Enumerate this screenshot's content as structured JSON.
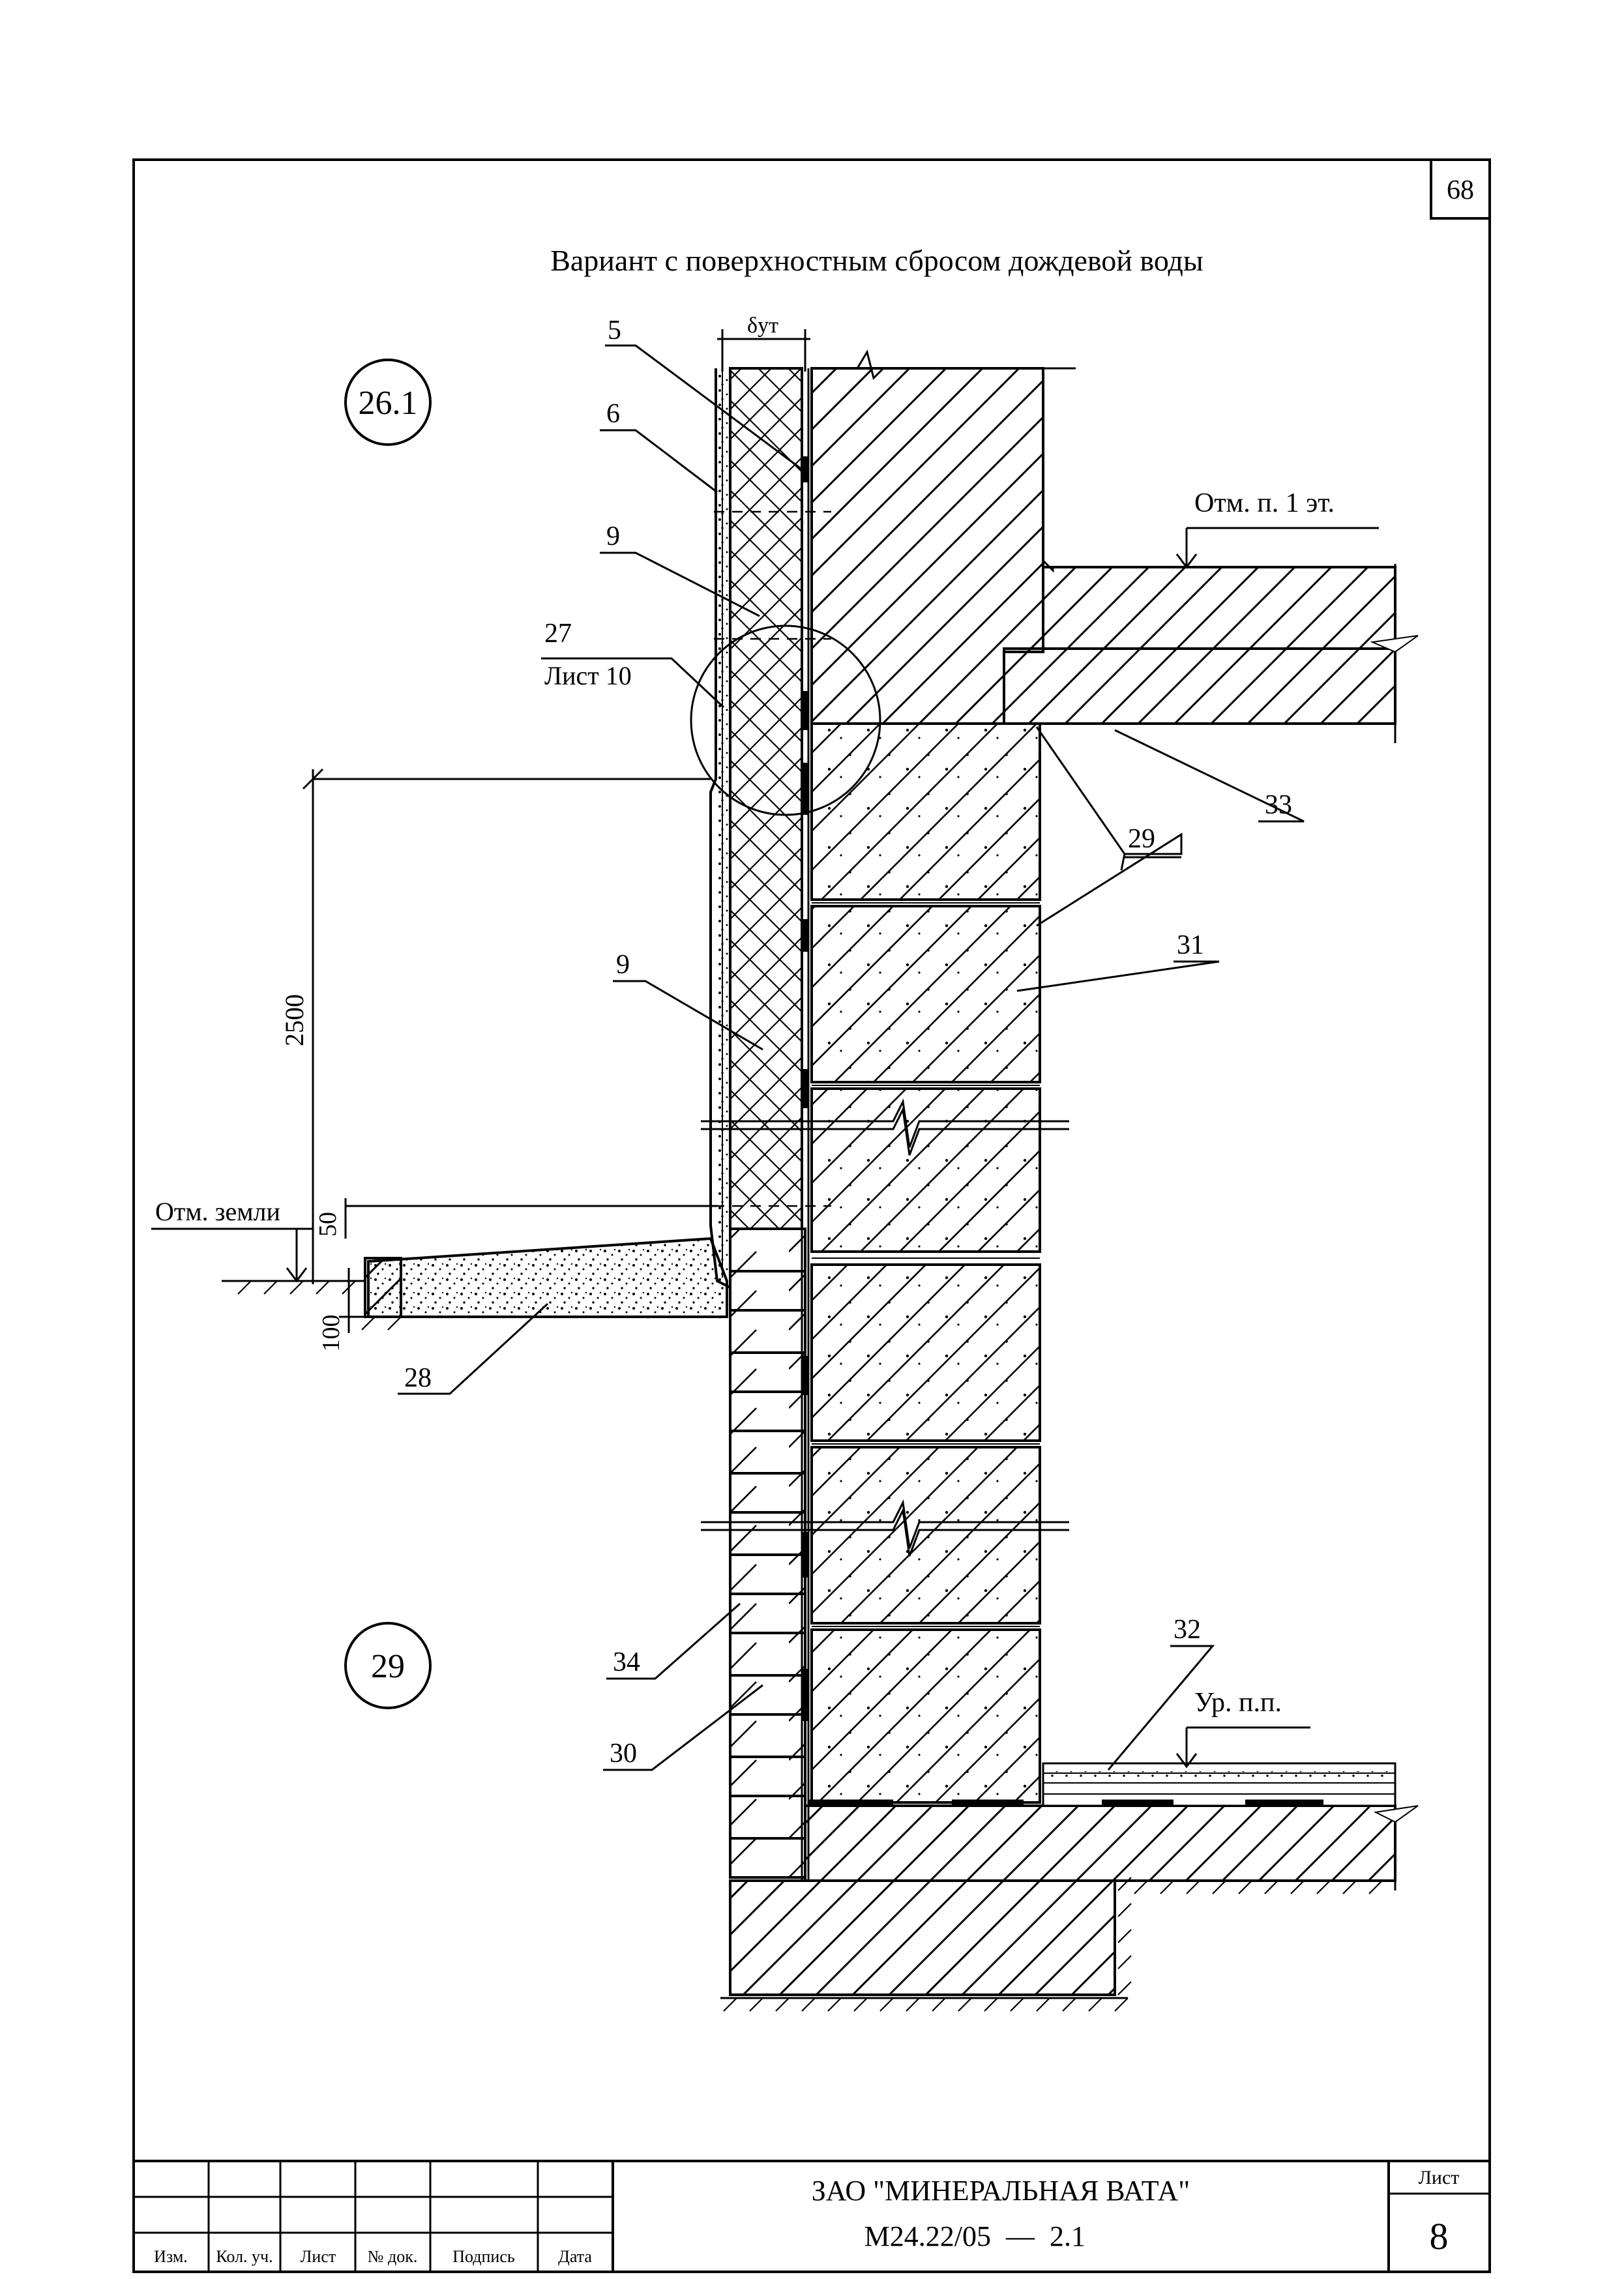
{
  "page_number": "68",
  "title": "Вариант с поверхностным сбросом дождевой воды",
  "detail_marks": {
    "top": "26.1",
    "bottom": "29"
  },
  "thickness_label": "δут",
  "callouts": {
    "c5": "5",
    "c6": "6",
    "c9a": "9",
    "c9b": "9",
    "c27": "27",
    "c27_sheet": "Лист 10",
    "c28": "28",
    "c29": "29",
    "c30": "30",
    "c31": "31",
    "c32": "32",
    "c33": "33",
    "c34": "34"
  },
  "levels": {
    "first_floor": "Отм. п. 1 эт.",
    "ground": "Отм. земли",
    "basement_floor": "Ур. п.п."
  },
  "dimensions": {
    "d2500": "2500",
    "d50": "50",
    "d100": "100"
  },
  "title_block": {
    "columns": [
      "Изм.",
      "Кол. уч.",
      "Лист",
      "№ док.",
      "Подпись",
      "Дата"
    ],
    "company": "ЗАО \"МИНЕРАЛЬНАЯ ВАТА\"",
    "document_code": "М24.22/05",
    "section": "2.1",
    "sheet_label": "Лист",
    "sheet_number": "8"
  }
}
